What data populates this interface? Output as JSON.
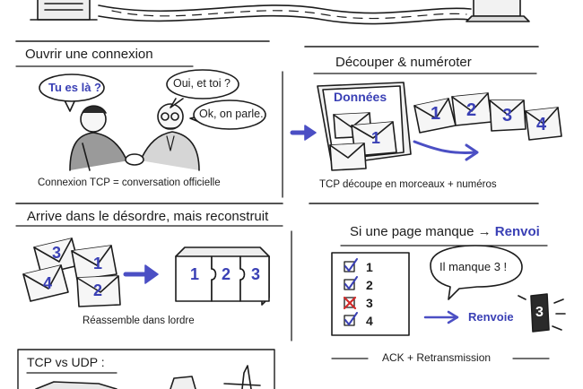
{
  "colors": {
    "ink": "#1c1c1c",
    "accent": "#4b4fc4",
    "accent_text": "#3a40b5",
    "cross": "#d22b2b",
    "panel_fill": "#f4f4f4"
  },
  "panel1": {
    "title": "Ouvrir une connexion",
    "bubble_left": "Tu es là ?",
    "bubble_right_top": "Oui, et toi ?",
    "bubble_right_bottom": "Ok, on parle.",
    "caption": "Connexion TCP = conversation officielle"
  },
  "panel2": {
    "title": "Découper & numéroter",
    "doc_label": "Données",
    "small_env_num": "1",
    "envelopes": [
      "1",
      "2",
      "3",
      "4"
    ],
    "caption": "TCP découpe en morceaux + numéros"
  },
  "panel3": {
    "title": "Arrive dans le désordre, mais reconstruit",
    "scattered": [
      "3",
      "1",
      "4",
      "2"
    ],
    "puzzle": [
      "1",
      "2",
      "3"
    ],
    "caption": "Réassemble dans lordre"
  },
  "panel4": {
    "title_prefix": "Si une page manque",
    "title_arrow": "→",
    "title_suffix": "Renvoi",
    "checklist": [
      "1",
      "2",
      "3",
      "4"
    ],
    "missing_item": "3",
    "bubble": "Il manque 3 !",
    "resend_label": "Renvoie",
    "phone_num": "3",
    "caption": "ACK + Retransmission"
  },
  "panel5": {
    "title": "TCP vs UDP :"
  }
}
